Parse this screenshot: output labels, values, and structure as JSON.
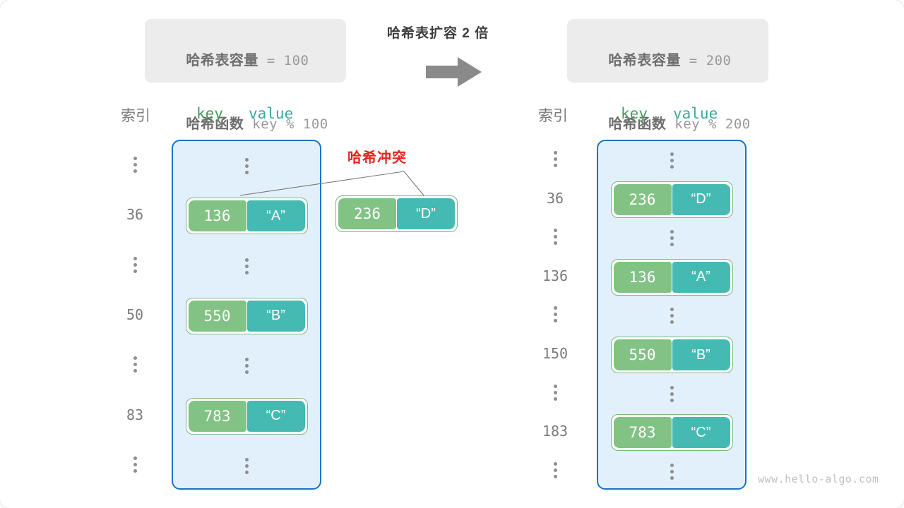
{
  "left_info": {
    "capacity_cn": "哈希表容量",
    "capacity_expr": " = 100",
    "function_cn": "哈希函数",
    "function_expr": " key % 100"
  },
  "right_info": {
    "capacity_cn": "哈希表容量",
    "capacity_expr": " = 200",
    "function_cn": "哈希函数",
    "function_expr": " key % 200"
  },
  "center": {
    "title": "哈希表扩容 2 倍",
    "arrow_icon": "arrow-right-icon"
  },
  "headers": {
    "index": "索引",
    "key": "key",
    "value": "value"
  },
  "collision": {
    "label": "哈希冲突",
    "color": "#e8231f"
  },
  "left_table": {
    "rows": [
      {
        "index": "",
        "ellipsis": true,
        "key": "",
        "value": ""
      },
      {
        "index": "36",
        "ellipsis": false,
        "key": "136",
        "value": "“A”"
      },
      {
        "index": "",
        "ellipsis": true,
        "key": "",
        "value": ""
      },
      {
        "index": "50",
        "ellipsis": false,
        "key": "550",
        "value": "“B”"
      },
      {
        "index": "",
        "ellipsis": true,
        "key": "",
        "value": ""
      },
      {
        "index": "83",
        "ellipsis": false,
        "key": "783",
        "value": "“C”"
      },
      {
        "index": "",
        "ellipsis": true,
        "key": "",
        "value": ""
      }
    ]
  },
  "colliding_pair": {
    "key": "236",
    "value": "“D”"
  },
  "right_table": {
    "rows": [
      {
        "index": "",
        "ellipsis": true,
        "key": "",
        "value": ""
      },
      {
        "index": "36",
        "ellipsis": false,
        "key": "236",
        "value": "“D”"
      },
      {
        "index": "",
        "ellipsis": true,
        "key": "",
        "value": ""
      },
      {
        "index": "136",
        "ellipsis": false,
        "key": "136",
        "value": "“A”"
      },
      {
        "index": "",
        "ellipsis": true,
        "key": "",
        "value": ""
      },
      {
        "index": "150",
        "ellipsis": false,
        "key": "550",
        "value": "“B”"
      },
      {
        "index": "",
        "ellipsis": true,
        "key": "",
        "value": ""
      },
      {
        "index": "183",
        "ellipsis": false,
        "key": "783",
        "value": "“C”"
      },
      {
        "index": "",
        "ellipsis": true,
        "key": "",
        "value": ""
      }
    ]
  },
  "watermark": "www.hello-algo.com",
  "colors": {
    "key_cell": "#82c285",
    "value_cell": "#45bab2",
    "bucket_fill": "#e2f0fb",
    "bucket_border": "#1573c6",
    "info_bg": "#ececec",
    "arrow": "#8a8a8a"
  }
}
